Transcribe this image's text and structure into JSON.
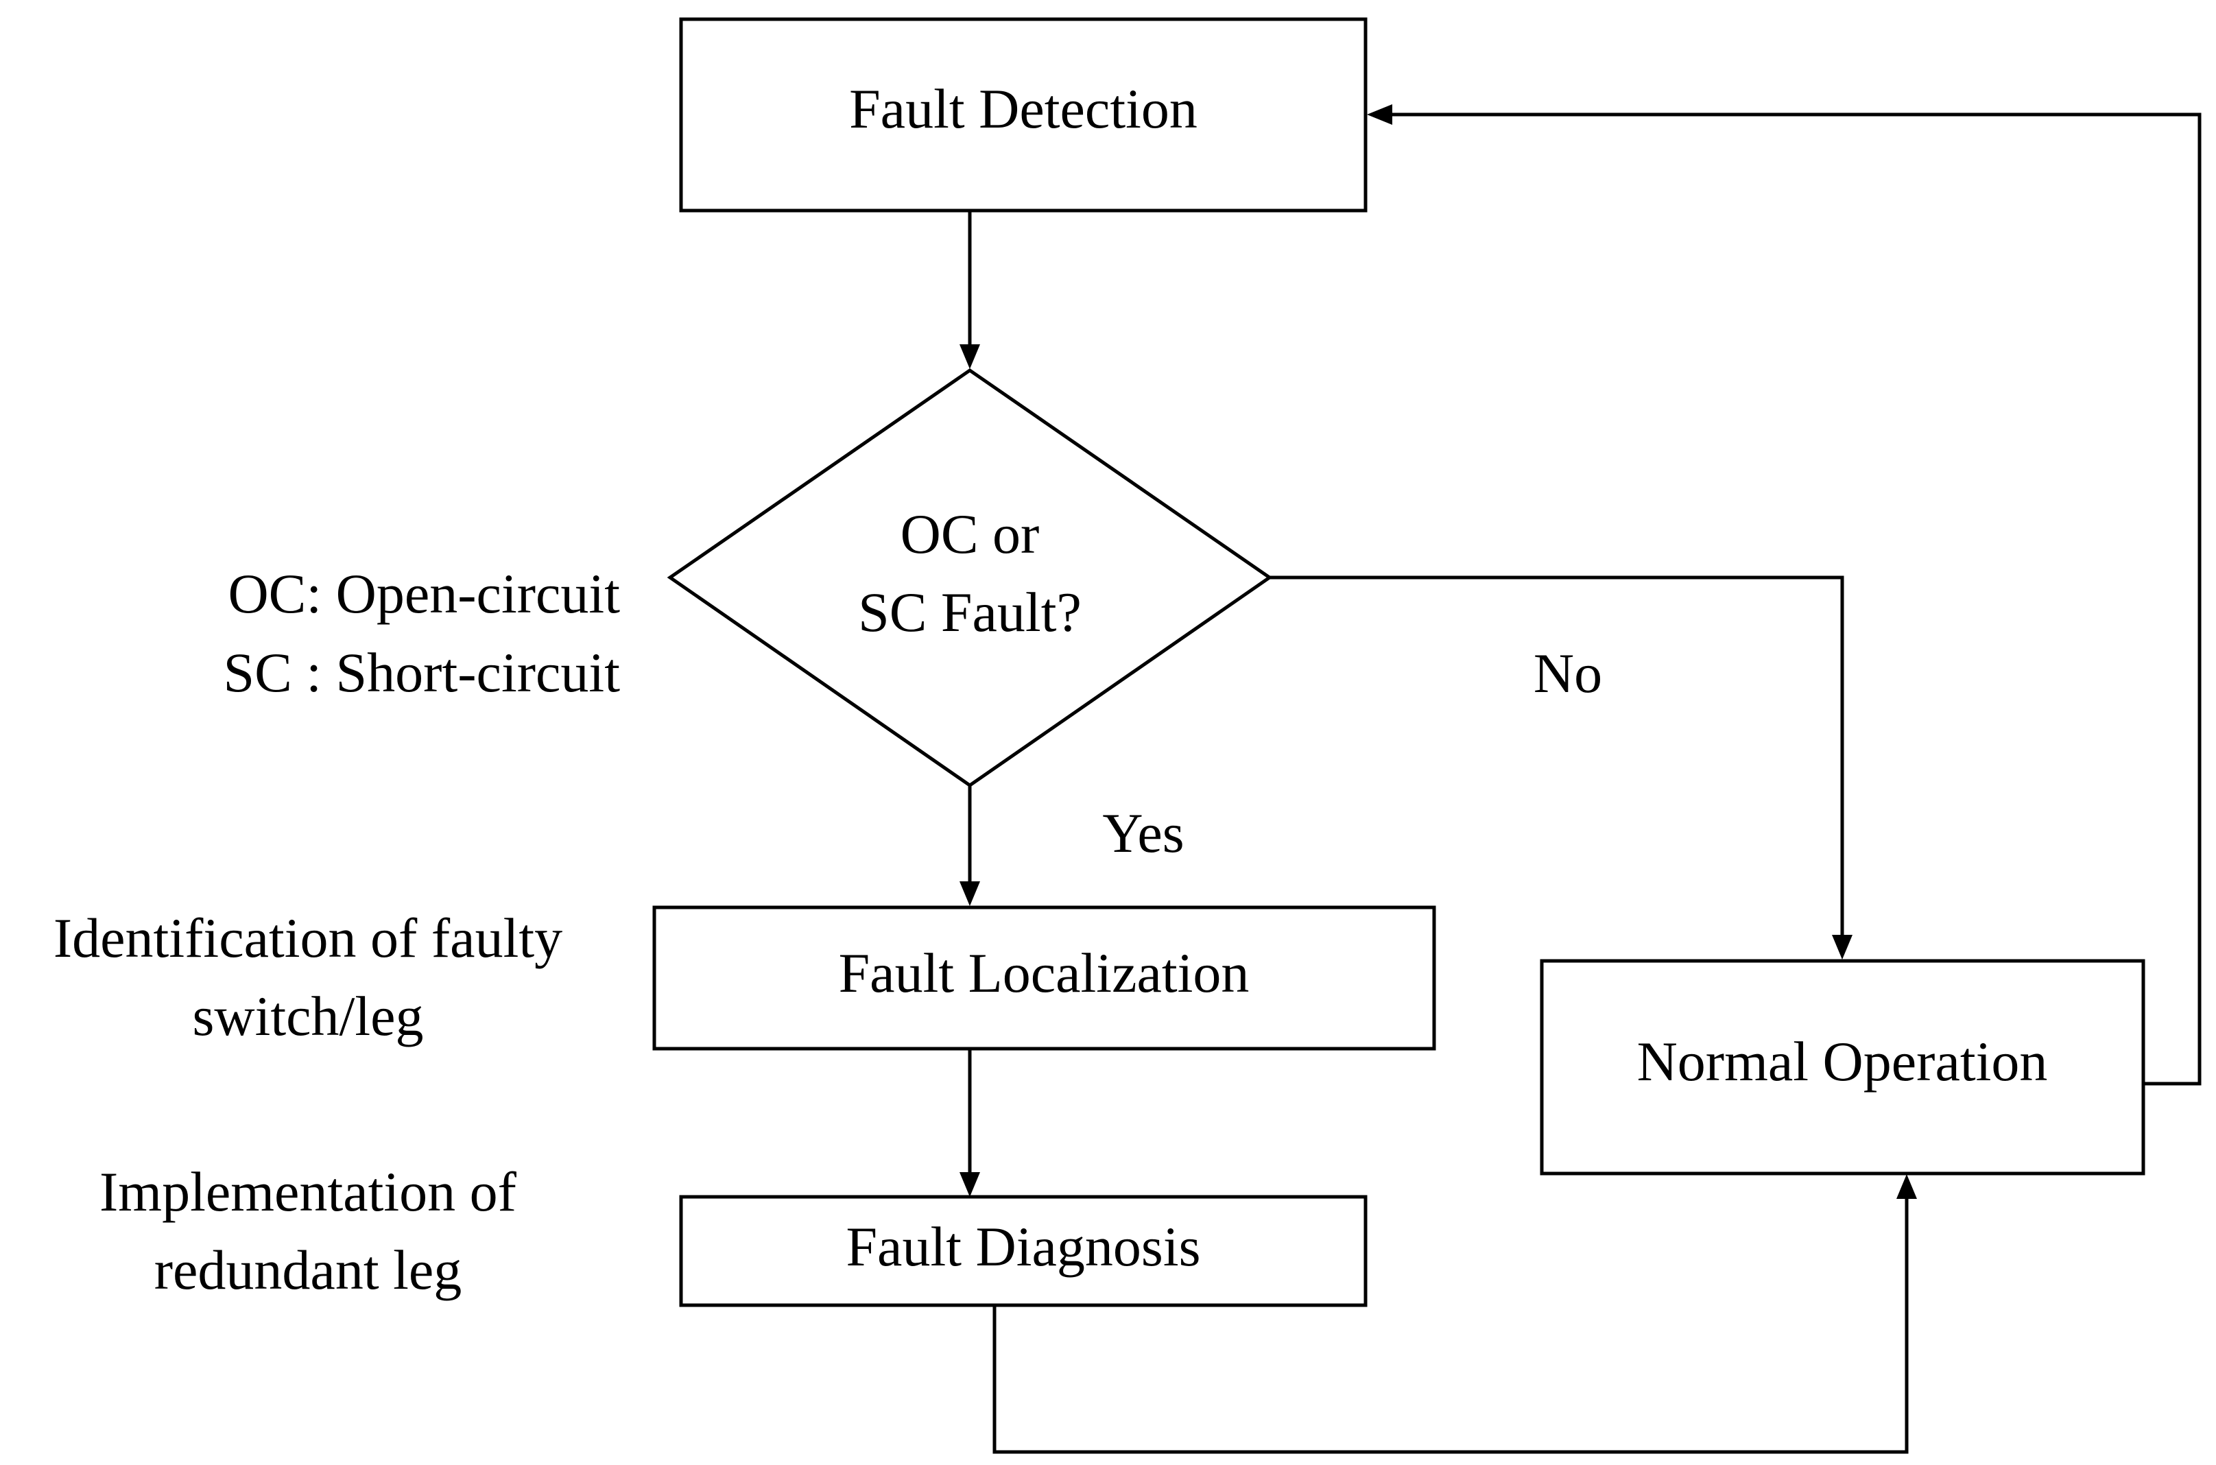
{
  "nodes": {
    "fault_detection": "Fault Detection",
    "decision": {
      "line1": "OC or",
      "line2": "SC Fault?"
    },
    "fault_localization": "Fault Localization",
    "fault_diagnosis": "Fault Diagnosis",
    "normal_operation": "Normal Operation"
  },
  "edges": {
    "yes": "Yes",
    "no": "No"
  },
  "annotations": {
    "legend": {
      "oc": "OC: Open-circuit",
      "sc": "SC : Short-circuit"
    },
    "localization_note": {
      "line1": "Identification of faulty",
      "line2": "switch/leg"
    },
    "diagnosis_note": {
      "line1": "Implementation of",
      "line2": "redundant leg"
    }
  },
  "colors": {
    "stroke": "#000000",
    "background": "#ffffff",
    "text": "#000000"
  }
}
